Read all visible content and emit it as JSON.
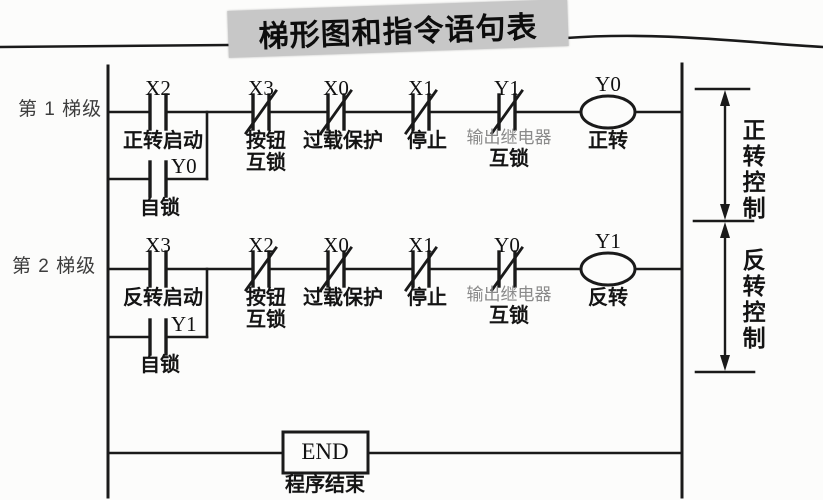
{
  "title": "梯形图和指令语句表",
  "colors": {
    "line": "#1a1a1a",
    "title_band": "#c7c7c7",
    "faded_text": "#8a8a8a"
  },
  "rungs": [
    {
      "label": "第 1 梯级",
      "contacts": [
        {
          "device": "X2",
          "type": "NO",
          "desc": "正转启动"
        },
        {
          "device": "X3",
          "type": "NC",
          "desc_line1": "按钮",
          "desc_line2": "互锁"
        },
        {
          "device": "X0",
          "type": "NC",
          "desc": "过载保护"
        },
        {
          "device": "X1",
          "type": "NC",
          "desc": "停止"
        },
        {
          "device": "Y1",
          "type": "NC",
          "desc_line1": "输出继电器",
          "desc_line2": "互锁"
        }
      ],
      "coil": {
        "device": "Y0",
        "desc": "正转"
      },
      "branch": {
        "device": "Y0",
        "type": "NO",
        "desc": "自锁"
      }
    },
    {
      "label": "第 2 梯级",
      "contacts": [
        {
          "device": "X3",
          "type": "NO",
          "desc": "反转启动"
        },
        {
          "device": "X2",
          "type": "NC",
          "desc_line1": "按钮",
          "desc_line2": "互锁"
        },
        {
          "device": "X0",
          "type": "NC",
          "desc": "过载保护"
        },
        {
          "device": "X1",
          "type": "NC",
          "desc": "停止"
        },
        {
          "device": "Y0",
          "type": "NC",
          "desc_line1": "输出继电器",
          "desc_line2": "互锁"
        }
      ],
      "coil": {
        "device": "Y1",
        "desc": "反转"
      },
      "branch": {
        "device": "Y1",
        "type": "NO",
        "desc": "自锁"
      }
    }
  ],
  "end_block": {
    "label": "END",
    "caption": "程序结束"
  },
  "side_brackets": {
    "forward_label": "正转控制",
    "reverse_label": "反转控制"
  }
}
